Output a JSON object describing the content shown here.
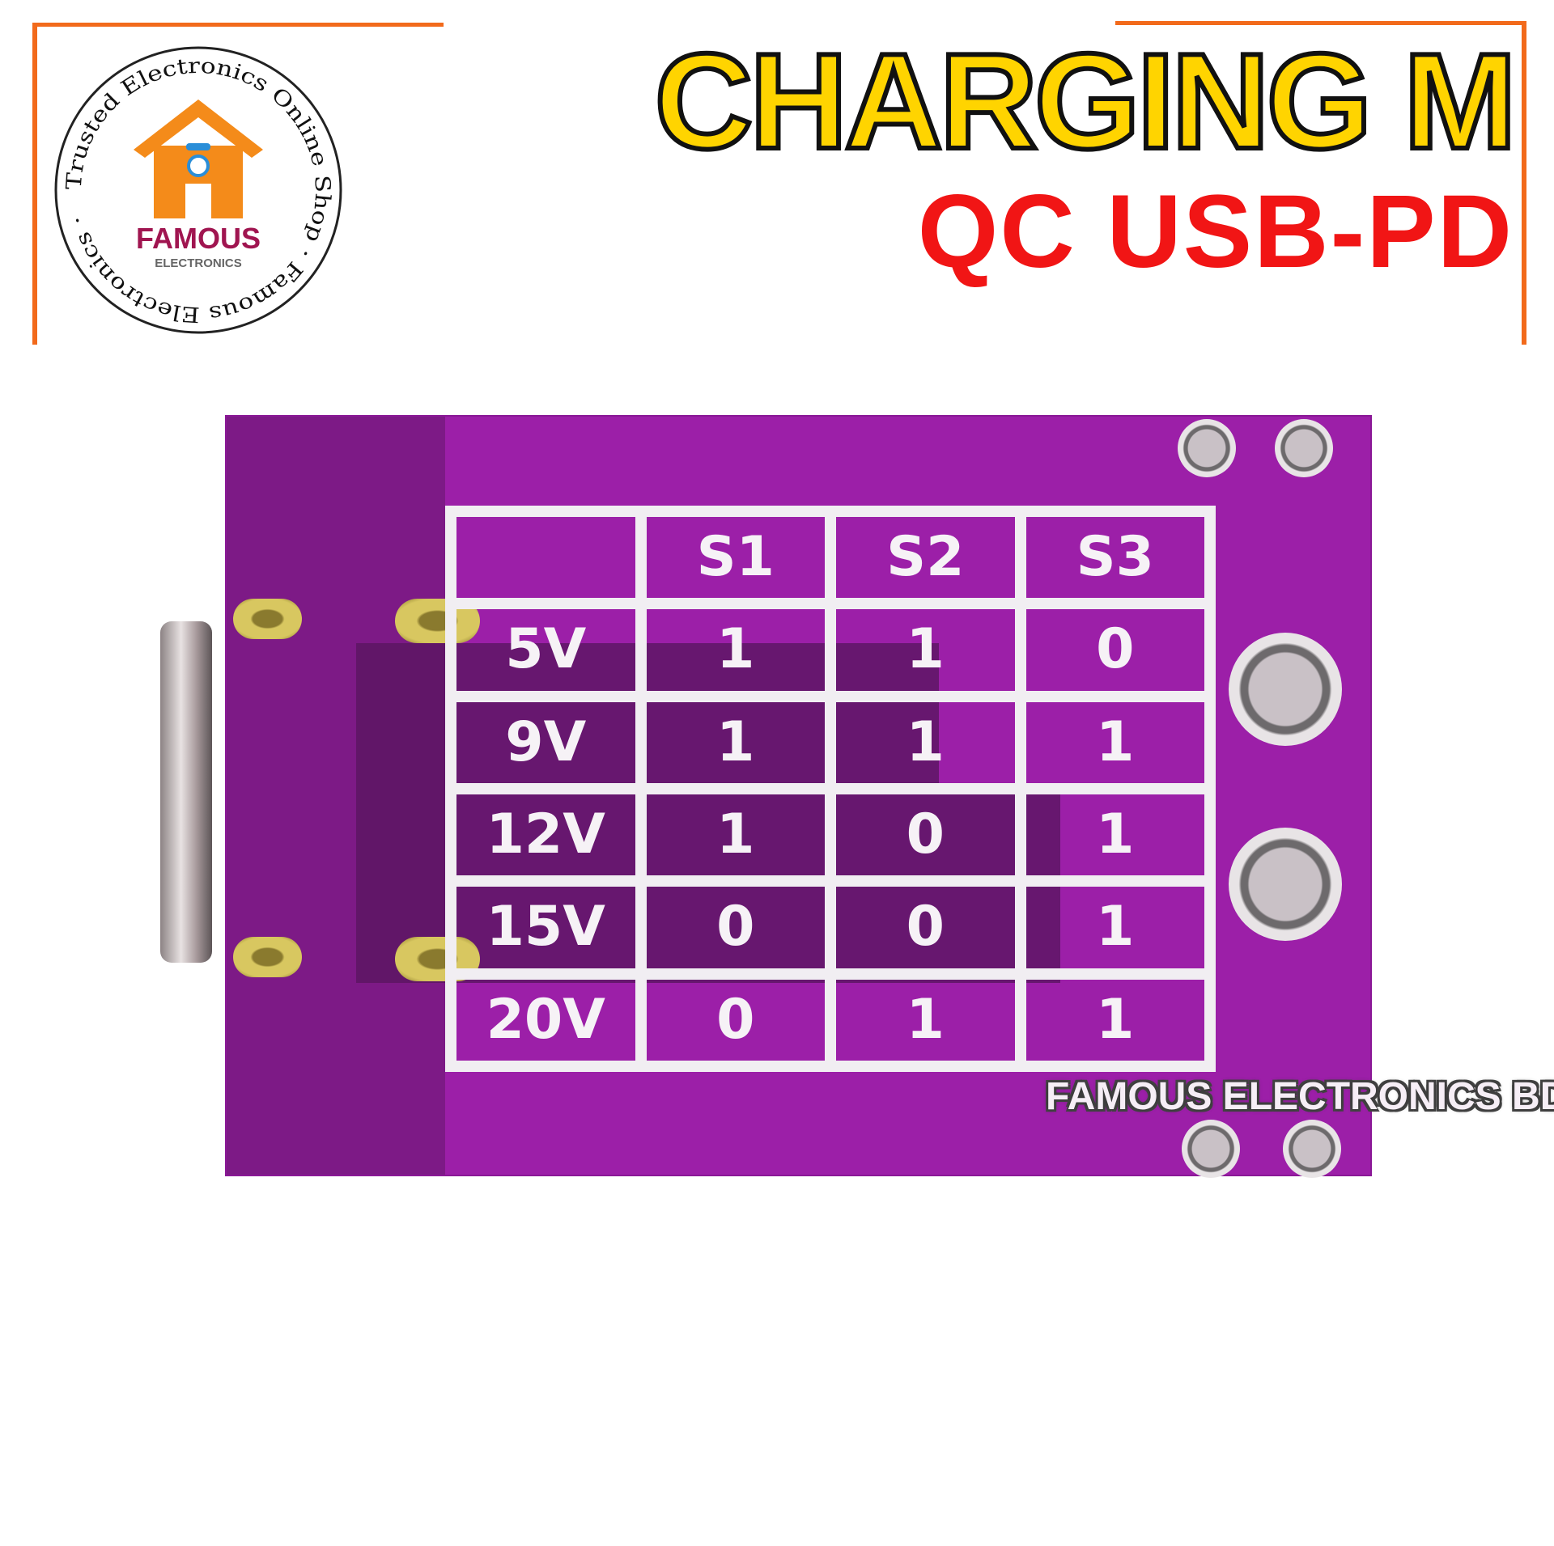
{
  "header": {
    "title_line1": "CHARGING M",
    "title_line2": "QC USB-PD"
  },
  "logo": {
    "brand": "FAMOUS",
    "sub": "ELECTRONICS",
    "ring_text": "Trusted Electronics Online Shop · Famous Electronics ·"
  },
  "pcb_table": {
    "headers": [
      "",
      "S1",
      "S2",
      "S3"
    ],
    "rows": [
      {
        "label": "5V",
        "s1": "1",
        "s2": "1",
        "s3": "0"
      },
      {
        "label": "9V",
        "s1": "1",
        "s2": "1",
        "s3": "1"
      },
      {
        "label": "12V",
        "s1": "1",
        "s2": "0",
        "s3": "1"
      },
      {
        "label": "15V",
        "s1": "0",
        "s2": "0",
        "s3": "1"
      },
      {
        "label": "20V",
        "s1": "0",
        "s2": "1",
        "s3": "1"
      }
    ]
  },
  "watermark": "FAMOUS ELECTRONICS BD",
  "colors": {
    "frame": "#f26a1b",
    "title1": "#ffd400",
    "title2": "#f11515",
    "pcb": "#9c1fa8"
  }
}
